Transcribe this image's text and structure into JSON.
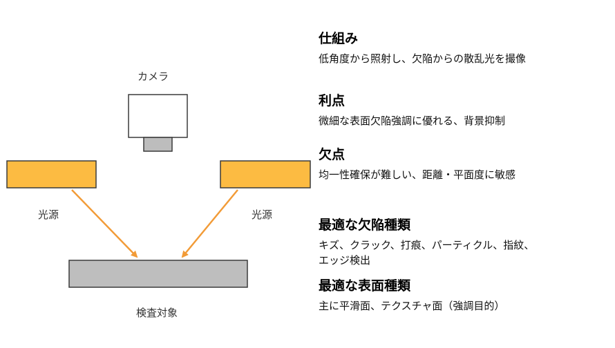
{
  "diagram": {
    "camera_label": "カメラ",
    "light_left_label": "光源",
    "light_right_label": "光源",
    "target_label": "検査対象"
  },
  "colors": {
    "light": "#FCBB42",
    "arrow": "#F29B37",
    "camera_fill": "#FFFFFF",
    "lens_fill": "#BDBDBD",
    "target_fill": "#BEBEBE",
    "outline": "#3A3A3A"
  },
  "sections": [
    {
      "heading": "仕組み",
      "body": [
        "低角度から照射し、欠陥からの散乱光を撮像"
      ]
    },
    {
      "heading": "利点",
      "body": [
        "微細な表面欠陥強調に優れる、背景抑制"
      ]
    },
    {
      "heading": "欠点",
      "body": [
        "均一性確保が難しい、距離・平面度に敏感"
      ]
    },
    {
      "heading": "最適な欠陥種類",
      "body": [
        "キズ、クラック、打痕、パーティクル、指紋、",
        "エッジ検出"
      ]
    },
    {
      "heading": "最適な表面種類",
      "body": [
        "主に平滑面、テクスチャ面（強調目的）"
      ]
    }
  ]
}
